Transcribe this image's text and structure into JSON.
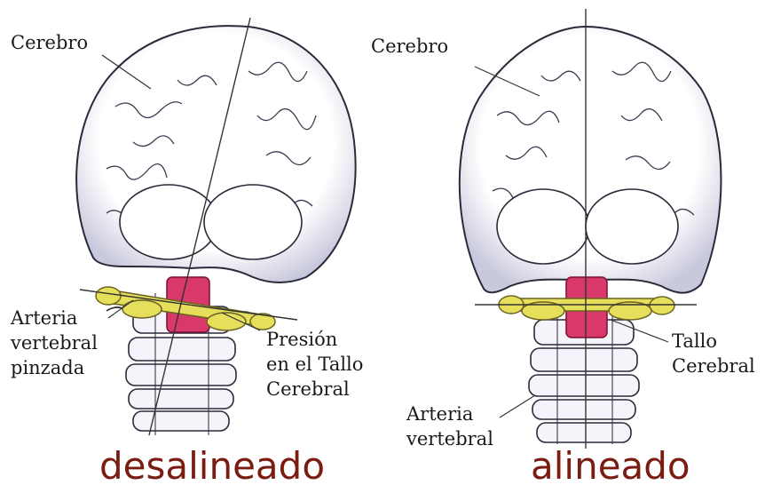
{
  "left_figure": {
    "label_brain": "Cerebro",
    "label_artery_lines": [
      "Arteria",
      "vertebral",
      "pinzada"
    ],
    "label_pressure_lines": [
      "Presión",
      "en el Tallo",
      "Cerebral"
    ],
    "caption": "desalineado"
  },
  "right_figure": {
    "label_brain": "Cerebro",
    "label_stem_lines": [
      "Tallo",
      "Cerebral"
    ],
    "label_artery_lines": [
      "Arteria",
      "vertebral"
    ],
    "caption": "alineado"
  },
  "colors": {
    "caption": "#7a1c12",
    "atlas_yellow": "#e6df5c",
    "brainstem_red": "#d9386a",
    "outline": "#2a2a3a",
    "shading": "#6e6e9a"
  }
}
